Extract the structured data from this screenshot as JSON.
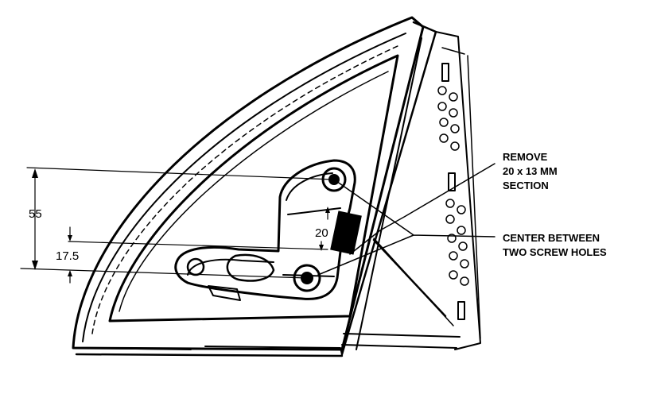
{
  "dimensions": {
    "d55": "55",
    "d20": "20",
    "d17_5": "17.5"
  },
  "callouts": {
    "remove": [
      "REMOVE",
      "20 x 13 MM",
      "SECTION"
    ],
    "center": [
      "CENTER BETWEEN",
      "TWO SCREW HOLES"
    ]
  },
  "colors": {
    "ink": "#000000",
    "paper": "#ffffff"
  }
}
